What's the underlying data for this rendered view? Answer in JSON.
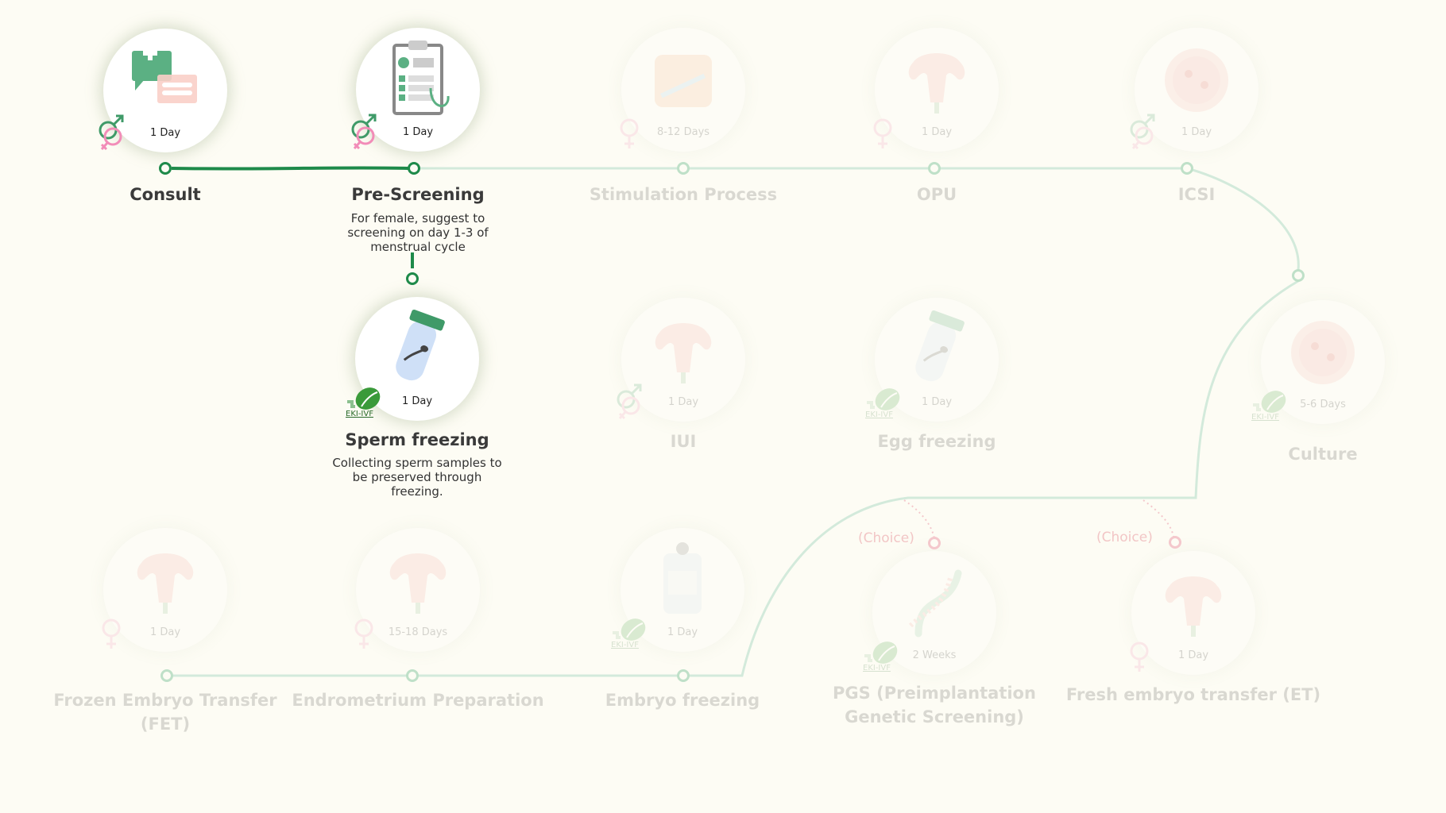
{
  "colors": {
    "active": "#1e8a4a",
    "faded_line": "#cfe8d6",
    "pink": "#f28cb8",
    "bg": "#fdfcf4"
  },
  "choice_label": "(Choice)",
  "steps": [
    {
      "id": "consult",
      "title": "Consult",
      "duration": "1 Day",
      "badge": "both",
      "icon": "chat",
      "active": true
    },
    {
      "id": "pre-screening",
      "title": "Pre-Screening",
      "duration": "1 Day",
      "badge": "both",
      "icon": "clipboard",
      "active": true,
      "desc": "For female, suggest to screening on day 1-3 of menstrual cycle"
    },
    {
      "id": "stimulation-process",
      "title": "Stimulation Process",
      "duration": "8-12 Days",
      "badge": "female",
      "icon": "belly",
      "active": false
    },
    {
      "id": "opu",
      "title": "OPU",
      "duration": "1 Day",
      "badge": "female",
      "icon": "uterus",
      "active": false
    },
    {
      "id": "icsi",
      "title": "ICSI",
      "duration": "1 Day",
      "badge": "both",
      "icon": "dish",
      "active": false
    },
    {
      "id": "sperm-freezing",
      "title": "Sperm freezing",
      "duration": "1 Day",
      "badge": "logo",
      "icon": "tube",
      "active": true,
      "desc": "Collecting sperm samples to be preserved through freezing."
    },
    {
      "id": "iui",
      "title": "IUI",
      "duration": "1 Day",
      "badge": "both",
      "icon": "uterus",
      "active": false
    },
    {
      "id": "egg-freezing",
      "title": "Egg freezing",
      "duration": "1 Day",
      "badge": "logo",
      "icon": "tube",
      "active": false
    },
    {
      "id": "culture",
      "title": "Culture",
      "duration": "5-6 Days",
      "badge": "logo",
      "icon": "dish",
      "active": false
    },
    {
      "id": "fet",
      "title": "Frozen Embryo Transfer (FET)",
      "duration": "1 Day",
      "badge": "female",
      "icon": "uterus",
      "active": false
    },
    {
      "id": "endometrium-preparation",
      "title": "Endrometrium Preparation",
      "duration": "15-18 Days",
      "badge": "female",
      "icon": "uterus",
      "active": false
    },
    {
      "id": "embryo-freezing",
      "title": "Embryo freezing",
      "duration": "1 Day",
      "badge": "logo",
      "icon": "bag",
      "active": false
    },
    {
      "id": "pgs",
      "title": "PGS (Preimplantation Genetic Screening)",
      "duration": "2 Weeks",
      "badge": "logo",
      "icon": "dna",
      "active": false
    },
    {
      "id": "fresh-et",
      "title": "Fresh embryo transfer (ET)",
      "duration": "1 Day",
      "badge": "female",
      "icon": "uterus",
      "active": false
    }
  ],
  "logo_text": "EKI-IVF"
}
